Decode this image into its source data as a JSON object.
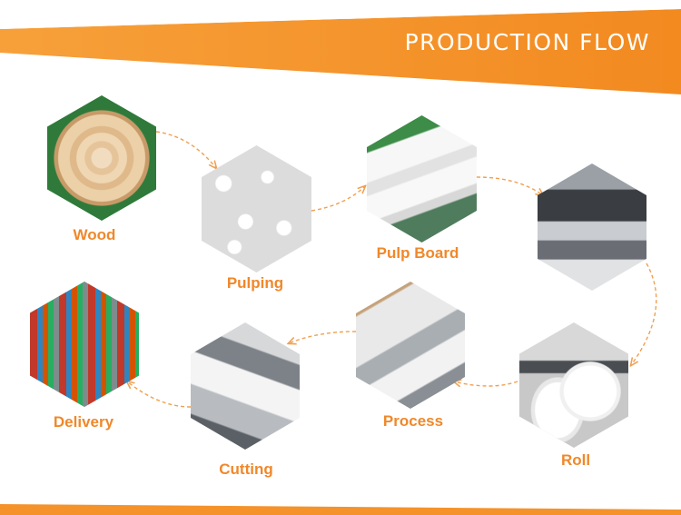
{
  "title": "PRODUCTION FLOW",
  "colors": {
    "accent": "#f5922a",
    "label": "#f0882a",
    "arrow": "#f0a050"
  },
  "steps": [
    {
      "label": "Wood",
      "icon": "wood-cross-section-image"
    },
    {
      "label": "Pulping",
      "icon": "pulp-pellets-image"
    },
    {
      "label": "Pulp Board",
      "icon": "pulp-board-image"
    },
    {
      "label": "Roll",
      "icon": "roll-image"
    },
    {
      "label": "Process",
      "icon": "process-machine-image"
    },
    {
      "label": "Cutting",
      "icon": "cutting-machine-image"
    },
    {
      "label": "Delivery",
      "icon": "delivery-containers-image"
    }
  ]
}
